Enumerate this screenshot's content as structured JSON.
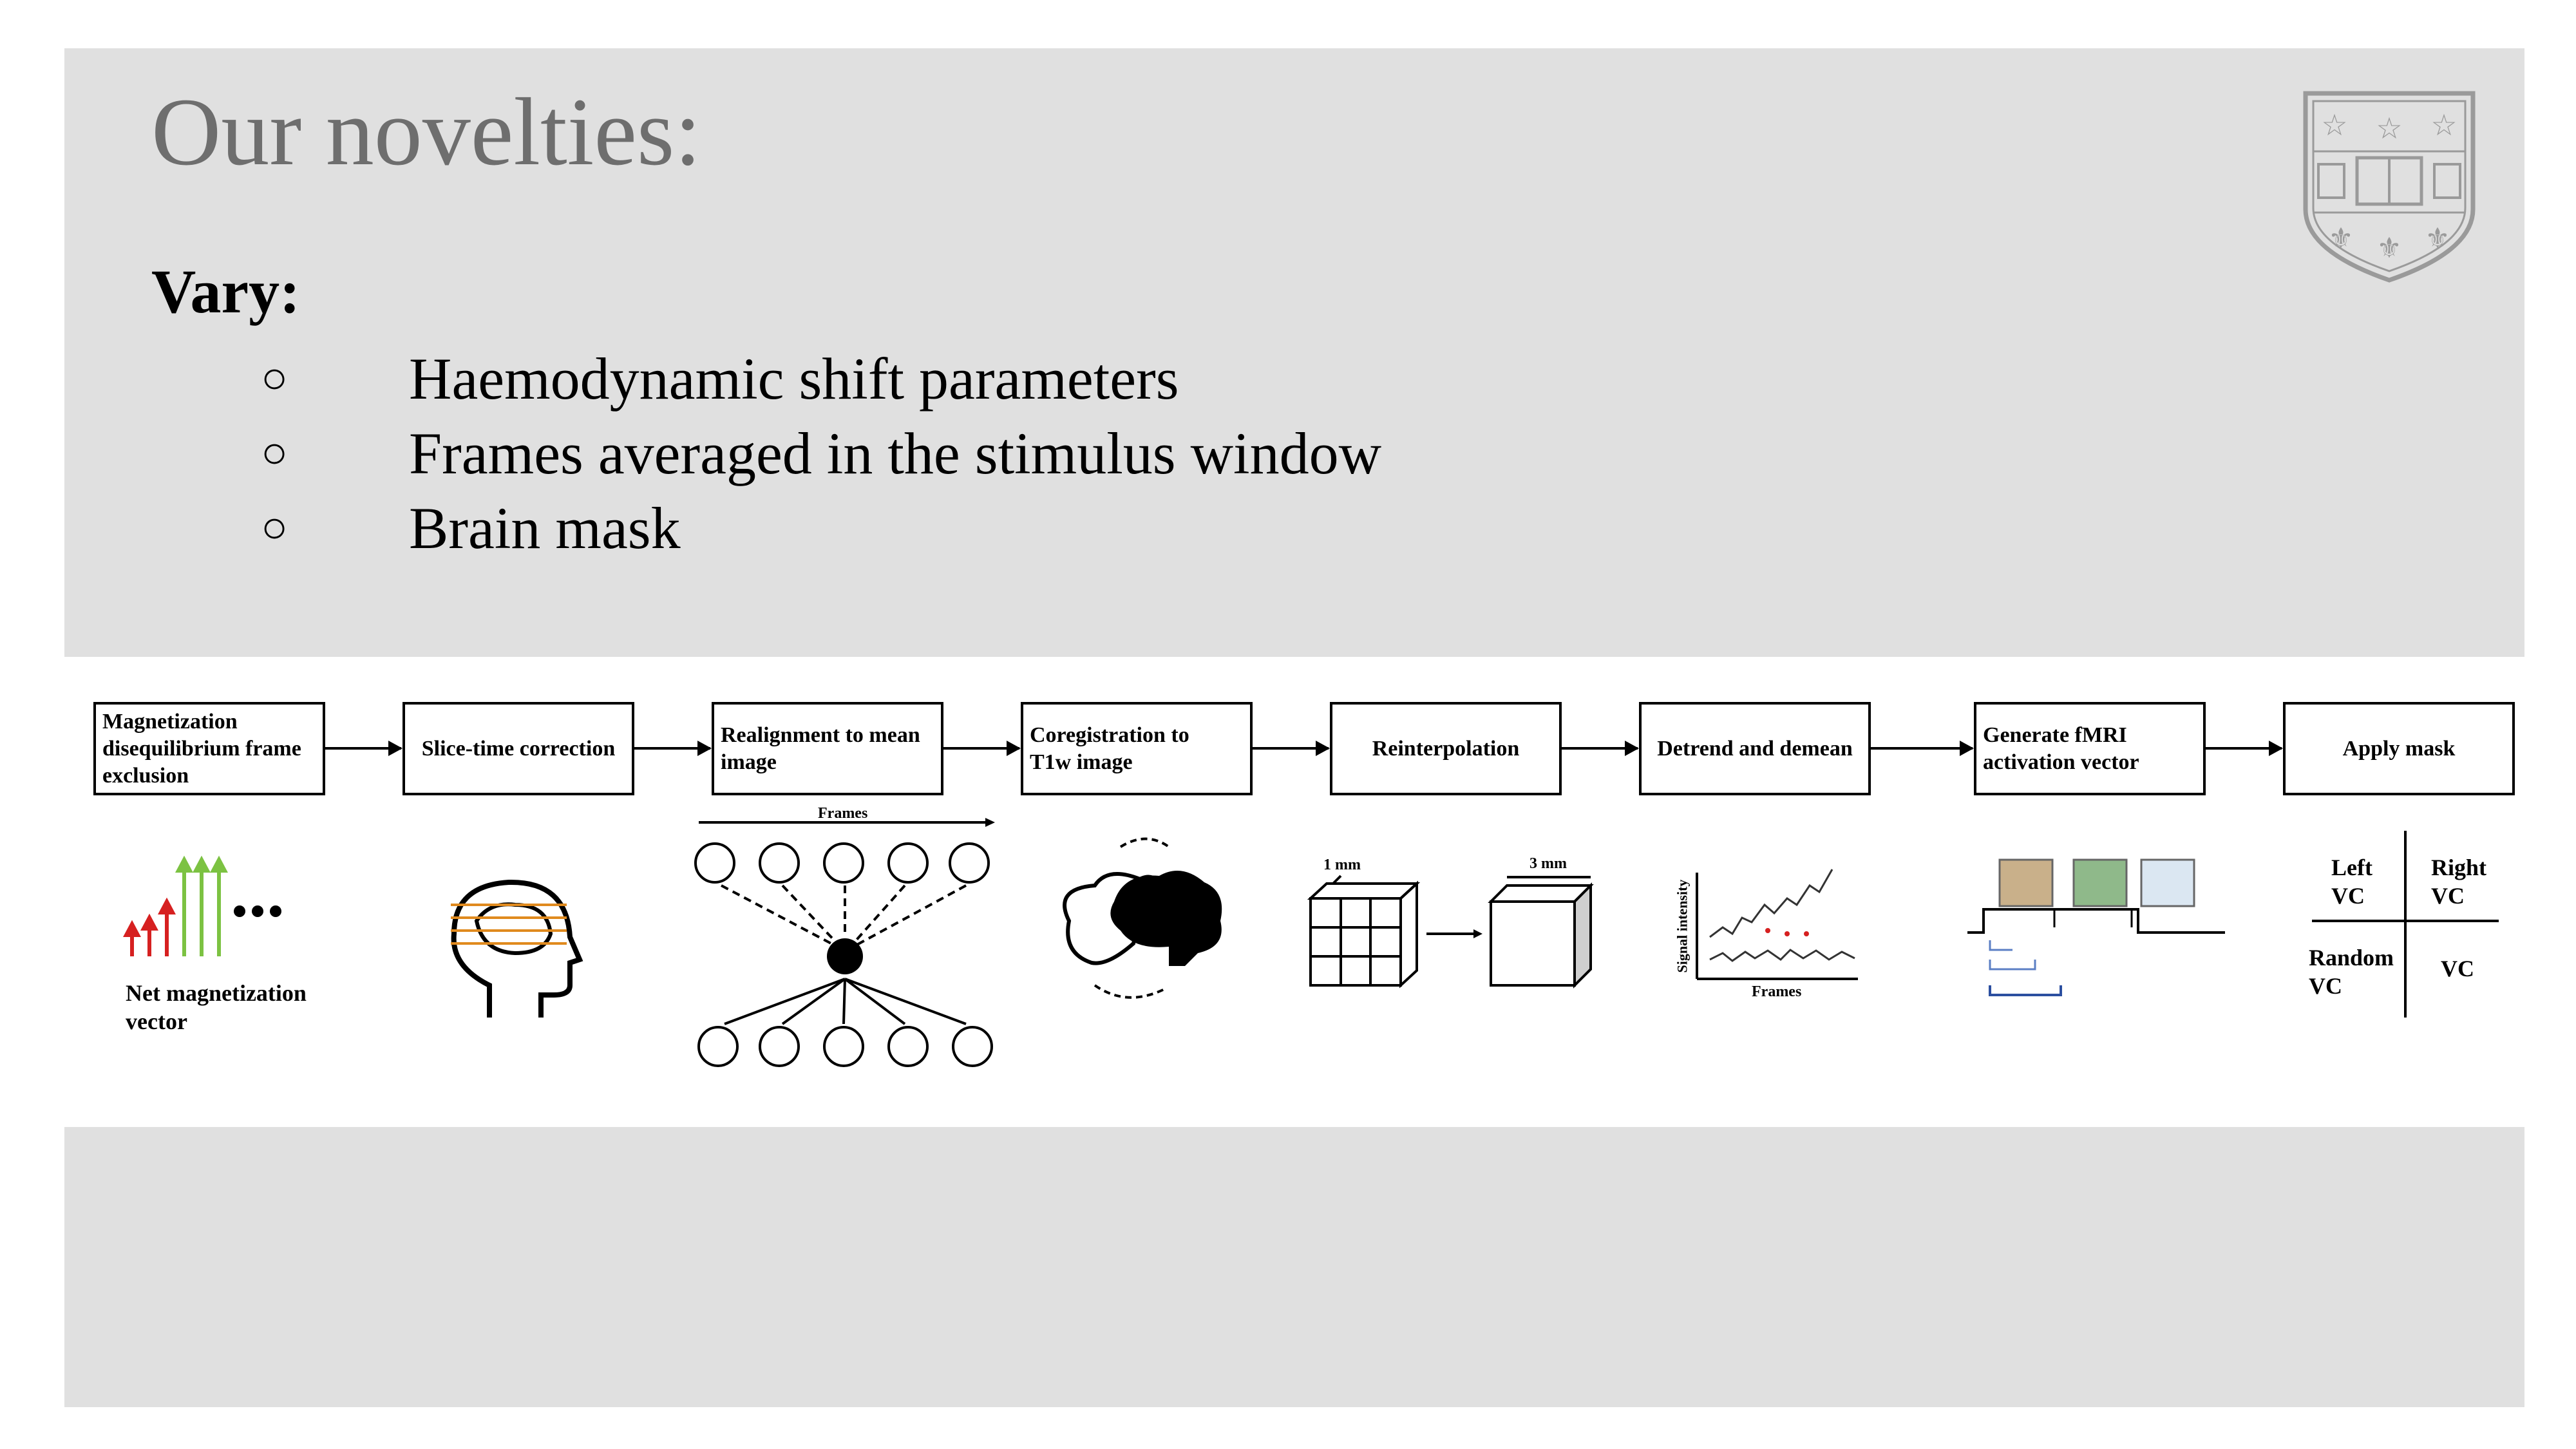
{
  "slide": {
    "title": "Our novelties:",
    "vary_label": "Vary:",
    "bullet_glyph": "○",
    "bullets": [
      "Haemodynamic shift parameters",
      "Frames averaged in the stimulus window",
      "Brain mask"
    ]
  },
  "pipeline": {
    "steps": [
      "Magnetization disequilibrium frame exclusion",
      "Slice-time correction",
      "Realignment to mean image",
      "Coregistration to T1w image",
      "Reinterpolation",
      "Detrend and demean",
      "Generate fMRI activation vector",
      "Apply mask"
    ],
    "step1_lines": [
      "Magnetization",
      "disequilibrium frame",
      "exclusion"
    ],
    "step3_lines": [
      "Realignment to mean",
      "image"
    ],
    "step4_lines": [
      "Coregistration to",
      "T1w image"
    ],
    "step7_lines": [
      "Generate fMRI",
      "activation vector"
    ],
    "net_mag_lines": [
      "Net magnetization",
      "vector"
    ],
    "frames_label": "Frames",
    "voxel_small": "1 mm",
    "voxel_large": "3 mm",
    "signal_axis": "Signal intensity",
    "frames_axis": "Frames",
    "mask_cells": [
      [
        "Left",
        "VC"
      ],
      [
        "Right",
        "VC"
      ],
      [
        "Random",
        "VC"
      ],
      [
        "VC"
      ]
    ]
  },
  "colors": {
    "panel": "#e0e0e0",
    "title": "#6e6e6e",
    "up_red": "#d62020",
    "up_green": "#7cc242",
    "slice_lines": "#e08a1e"
  },
  "icons": [
    "university-crest-icon",
    "head-slices-icon",
    "brain-icon",
    "voxel-cube-icon",
    "signal-plot-icon",
    "stimulus-images-icon"
  ]
}
